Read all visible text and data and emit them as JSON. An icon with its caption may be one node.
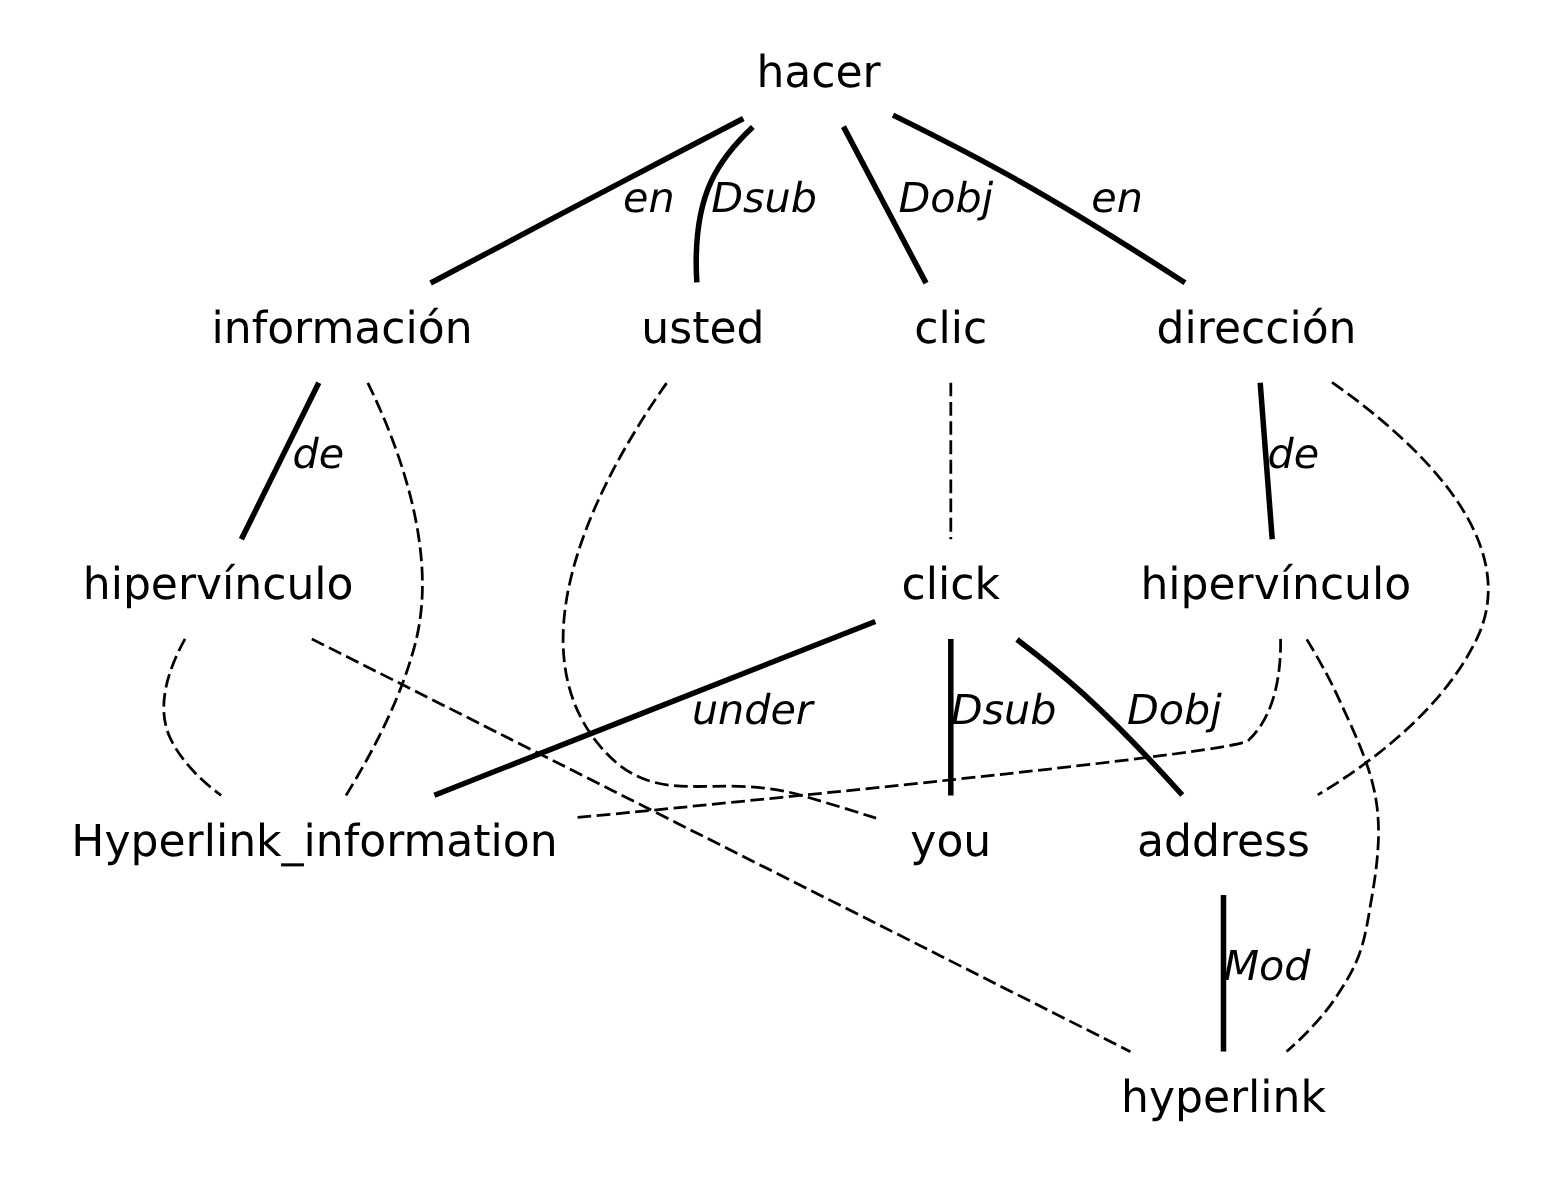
{
  "diagram": {
    "nodes": [
      {
        "text": [
          "hacer"
        ]
      },
      {
        "text": [
          "información"
        ]
      },
      {
        "text": [
          "usted"
        ]
      },
      {
        "text": [
          "clic"
        ]
      },
      {
        "text": [
          "dirección"
        ]
      },
      {
        "text": [
          "hipervínculo"
        ]
      },
      {
        "text": [
          "hipervínculo"
        ]
      },
      {
        "text": [
          "click"
        ]
      },
      {
        "text": [
          "Hyperlink_information"
        ]
      },
      {
        "text": [
          "you"
        ]
      },
      {
        "text": [
          "address"
        ]
      },
      {
        "text": [
          "hyperlink"
        ]
      }
    ],
    "edges": [
      {
        "from": 0,
        "to": 1,
        "arrow": "none",
        "label": "en"
      },
      {
        "from": 0,
        "to": 2,
        "arrow": "none",
        "label": "Dsub"
      },
      {
        "from": 0,
        "to": 3,
        "arrow": "none",
        "label": "Dobj"
      },
      {
        "from": 0,
        "to": 4,
        "arrow": "none",
        "label": "en"
      },
      {
        "from": 1,
        "to": 5,
        "arrow": "none",
        "label": "de"
      },
      {
        "from": 4,
        "to": 6,
        "arrow": "none",
        "label": "de"
      },
      {
        "from": 7,
        "to": 8,
        "arrow": "none",
        "label": "under"
      },
      {
        "from": 7,
        "to": 9,
        "arrow": "none",
        "label": "Dsub"
      },
      {
        "from": 7,
        "to": 10,
        "arrow": "none",
        "label": "Dobj"
      },
      {
        "from": 10,
        "to": 11,
        "arrow": "none",
        "label": "Mod"
      },
      {
        "from": 1,
        "to": 8,
        "arrow": "none",
        "style": "dashed"
      },
      {
        "from": 5,
        "to": 8,
        "arrow": "none",
        "style": "dashed"
      },
      {
        "from": 5,
        "to": 11,
        "arrow": "none",
        "style": "dashed"
      },
      {
        "from": 2,
        "to": 9,
        "arrow": "none",
        "style": "dashed"
      },
      {
        "from": 3,
        "to": 7,
        "arrow": "none",
        "style": "dashed"
      },
      {
        "from": 4,
        "to": 10,
        "arrow": "none",
        "style": "dashed"
      },
      {
        "from": 6,
        "to": 11,
        "arrow": "none",
        "style": "dashed"
      },
      {
        "from": 6,
        "to": 8,
        "arrow": "none",
        "style": "dashed"
      }
    ]
  }
}
